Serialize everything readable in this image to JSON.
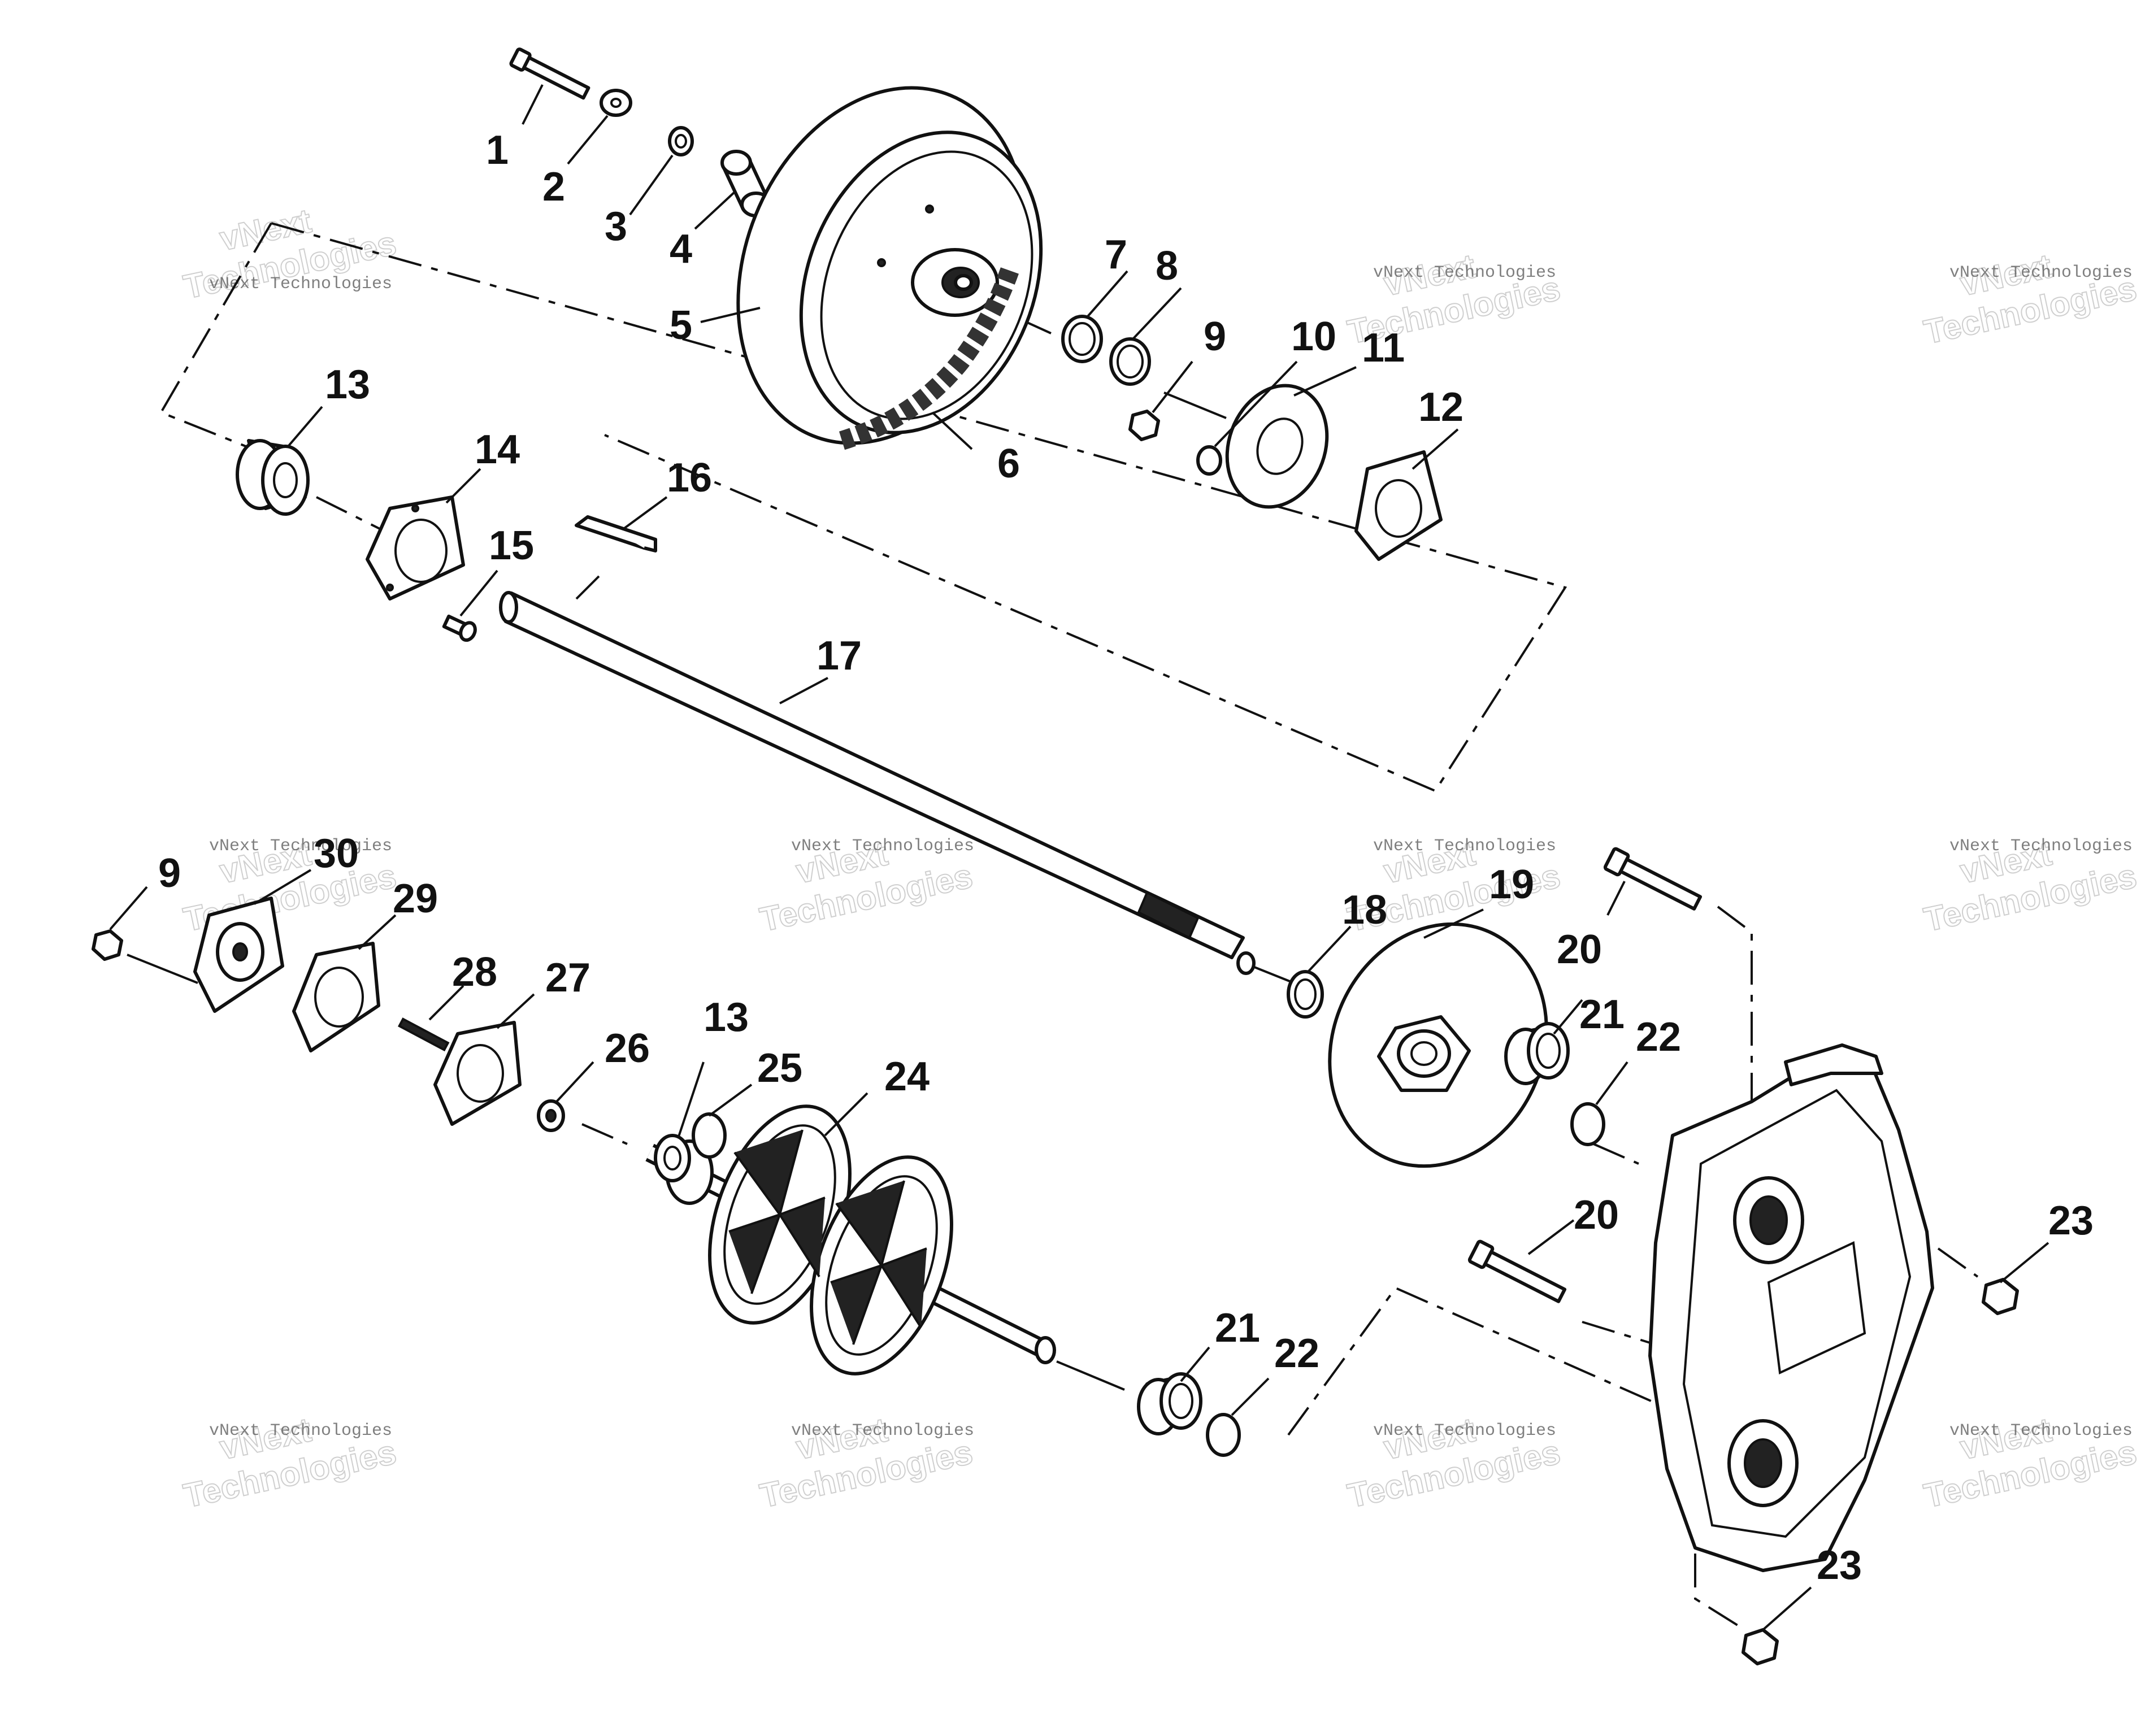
{
  "callouts": {
    "n1": "1",
    "n2": "2",
    "n3": "3",
    "n4": "4",
    "n5": "5",
    "n6": "6",
    "n7": "7",
    "n8": "8",
    "n9": "9",
    "n9b": "9",
    "n10": "10",
    "n11": "11",
    "n12": "12",
    "n13": "13",
    "n13b": "13",
    "n14": "14",
    "n15": "15",
    "n16": "16",
    "n17": "17",
    "n18": "18",
    "n19": "19",
    "n20": "20",
    "n20b": "20",
    "n21": "21",
    "n21b": "21",
    "n22": "22",
    "n22b": "22",
    "n23": "23",
    "n23b": "23",
    "n24": "24",
    "n25": "25",
    "n26": "26",
    "n27": "27",
    "n28": "28",
    "n29": "29",
    "n30": "30"
  },
  "watermark": {
    "small": "vNext Technologies",
    "big_line1": "vNext",
    "big_line2": "Technologies"
  }
}
